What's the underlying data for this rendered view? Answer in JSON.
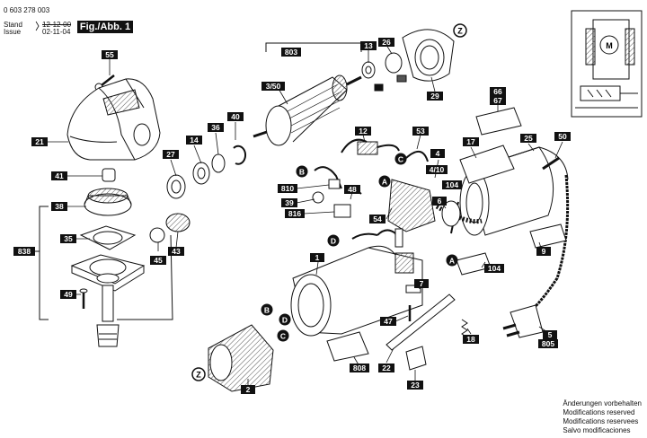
{
  "header": {
    "code": "0 603 278 003",
    "stand_label": "Stand",
    "issue_label": "Issue",
    "date_struck": "12-12-00",
    "date": "02-11-04",
    "figure": "Fig./Abb. 1"
  },
  "notes": [
    "Änderungen vorbehalten",
    "Modifications reserved",
    "Modifications reservees",
    "Salvo modificaciones"
  ],
  "labels": {
    "l55": "55",
    "l21": "21",
    "l41": "41",
    "l38": "38",
    "l838": "838",
    "l35": "35",
    "l49": "49",
    "l27": "27",
    "l14": "14",
    "l36": "36",
    "l40": "40",
    "l45": "45",
    "l43": "43",
    "l803": "803",
    "l350": "3/50",
    "l13": "13",
    "l26": "26",
    "l29": "29",
    "lZtop": "Z",
    "l12": "12",
    "l53": "53",
    "l4": "4",
    "l410": "4/10",
    "l104a": "104",
    "l6": "6",
    "l48": "48",
    "l810": "810",
    "l39": "39",
    "l816": "816",
    "l54": "54",
    "lB1": "B",
    "lA1": "A",
    "lC1": "C",
    "lD1": "D",
    "l1": "1",
    "l7": "7",
    "l47": "47",
    "l22": "22",
    "l23": "23",
    "l808": "808",
    "l2": "2",
    "lB2": "B",
    "lD2": "D",
    "lC2": "C",
    "lZbot": "Z",
    "l17": "17",
    "l25": "25",
    "l50": "50",
    "l66": "66",
    "l67": "67",
    "l9": "9",
    "lA2": "A",
    "l104b": "104",
    "l18": "18",
    "l5": "5",
    "l805": "805",
    "motor": "M"
  }
}
